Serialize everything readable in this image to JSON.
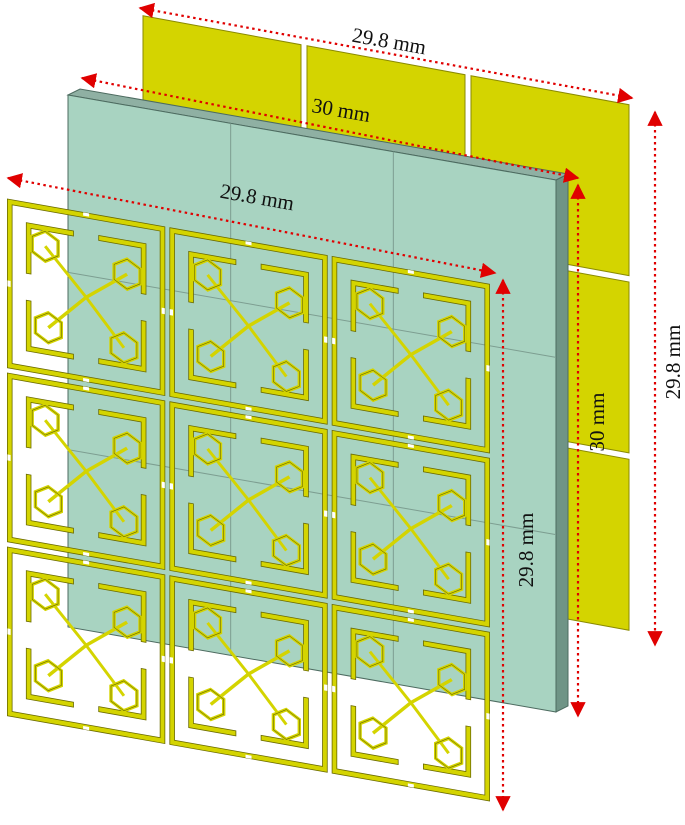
{
  "colors": {
    "ground": "#d4d400",
    "ground_edge": "#8a8a00",
    "substrate": "#a8d3c1",
    "substrate_side": "#6f9486",
    "substrate_top": "#8fb0a3",
    "pattern": "#d4d400",
    "pattern_edge": "#6a6a00",
    "dimension": "#e00000"
  },
  "dimensions": {
    "ground_width": "29.8 mm",
    "ground_height": "29.8 mm",
    "substrate_width": "30 mm",
    "substrate_height": "30 mm",
    "pattern_width": "29.8 mm",
    "pattern_height": "29.8 mm"
  },
  "layers": {
    "ground": {
      "rows": 3,
      "cols": 3
    },
    "substrate": {
      "rows": 3,
      "cols": 3
    },
    "metasurface": {
      "rows": 3,
      "cols": 3
    }
  }
}
